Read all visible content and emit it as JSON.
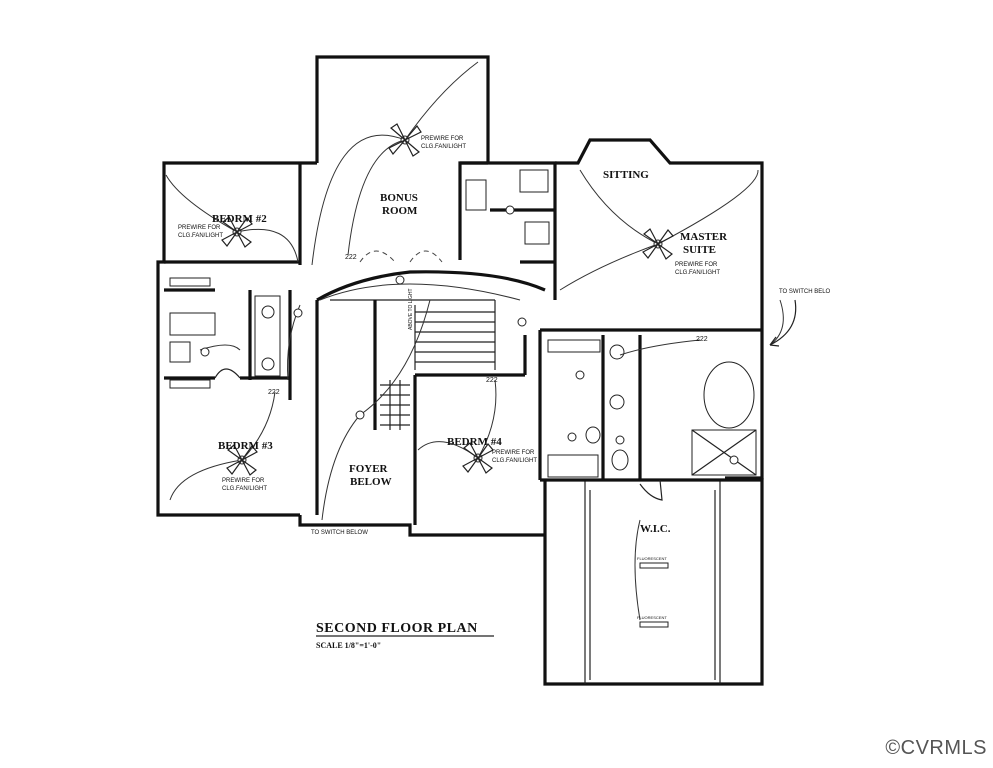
{
  "plan": {
    "title": "SECOND FLOOR PLAN",
    "scale": "SCALE 1/8\"=1'-0\""
  },
  "rooms": {
    "bonus": [
      "BONUS",
      "ROOM"
    ],
    "bedrm2": "BEDRM #2",
    "bedrm3": "BEDRM #3",
    "bedrm4": "BEDRM #4",
    "sitting": "SITTING",
    "master": [
      "MASTER",
      "SUITE"
    ],
    "foyer": [
      "FOYER",
      "BELOW"
    ],
    "wic": "W.I.C."
  },
  "notes": {
    "prewire_1": "PREWIRE FOR",
    "prewire_2": "CLG.FAN/LIGHT",
    "switch_below": "TO SWITCH BELOW",
    "switch_belo": "TO SWITCH BELO",
    "above_light": "ABOVE TO LIGHT",
    "outlet_222": "222",
    "fluorescent": "FLUORESCENT"
  },
  "watermark": "©CVRMLS"
}
